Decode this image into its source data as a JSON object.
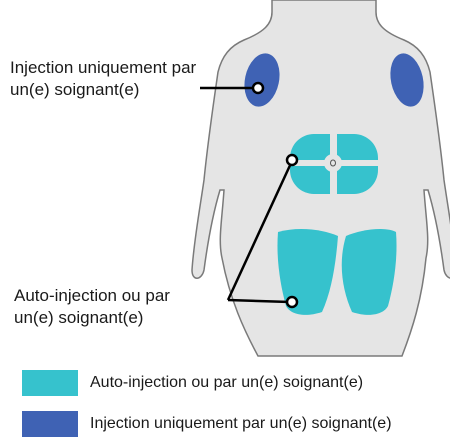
{
  "callouts": {
    "caregiver_only": [
      "Injection uniquement par",
      "un(e) soignant(e)"
    ],
    "self_or_caregiver": [
      "Auto-injection ou par",
      "un(e) soignant(e)"
    ]
  },
  "legend": [
    {
      "color": "#36c2cd",
      "label": "Auto-injection ou par un(e) soignant(e)"
    },
    {
      "color": "#3f62b4",
      "label": "Injection uniquement par un(e) soignant(e)"
    }
  ],
  "colors": {
    "body_fill": "#e5e5e5",
    "body_outline": "#7a7a7a",
    "self_injection_zone": "#36c2cd",
    "caregiver_zone": "#3f62b4",
    "leader_line": "#000000"
  }
}
